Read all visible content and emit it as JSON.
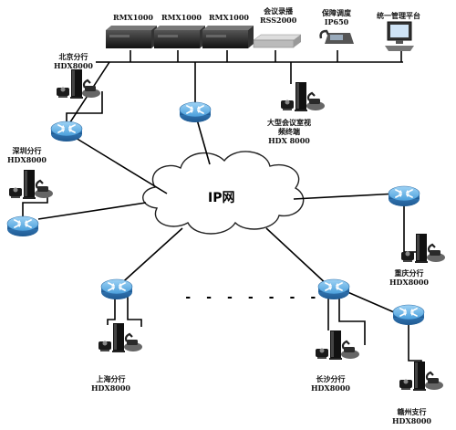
{
  "title": "",
  "top_devices": {
    "mcu1": "RMX1000",
    "mcu2": "RMX1000",
    "mcu3": "RMX1000",
    "recorder": [
      "会议录播",
      "RSS2000"
    ],
    "dispatch": [
      "保障调度",
      "IP650"
    ],
    "management": "统一管理平台"
  },
  "network": {
    "label": "IP网"
  },
  "sites": {
    "beijing": [
      "北京分行",
      "HDX8000"
    ],
    "shenzhen": [
      "深圳分行",
      "HDX8000"
    ],
    "conference_room": [
      "大型会议室视",
      "频终端",
      "HDX 8000"
    ],
    "chongqing": [
      "重庆分行",
      "HDX8000"
    ],
    "shanghai": [
      "上海分行",
      "HDX8000"
    ],
    "changsha": [
      "长沙分行",
      "HDX8000"
    ],
    "ganzhou": [
      "赣州支行",
      "HDX8000"
    ]
  },
  "ellipsis": "- - - - - - -",
  "colors": {
    "router_top": "#6fb8e8",
    "router_side": "#2f6fa8",
    "line": "#000000"
  }
}
